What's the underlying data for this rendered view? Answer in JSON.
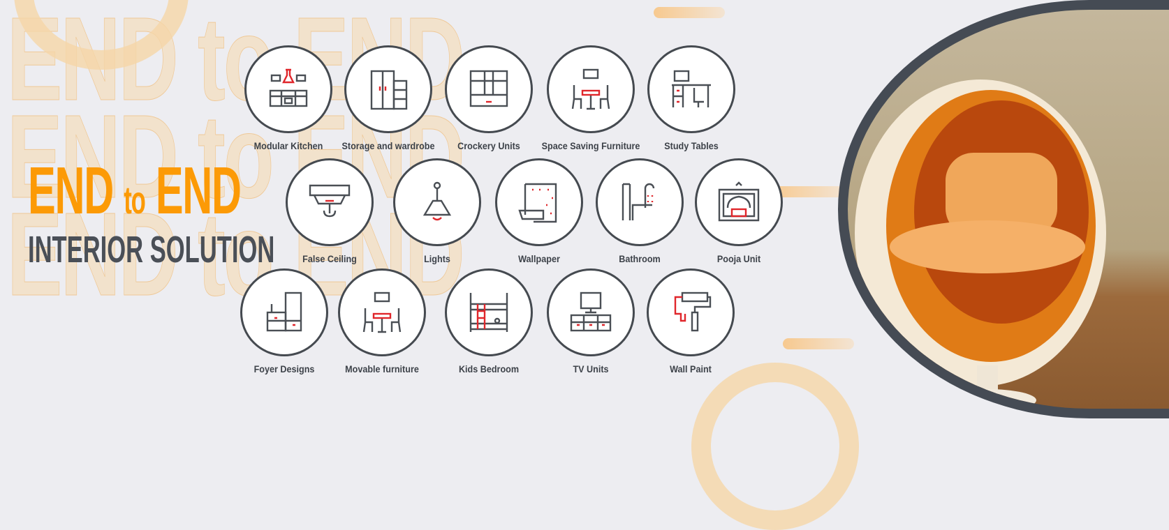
{
  "background_text": "END to END",
  "headline": {
    "line1_a": "END",
    "line1_to": "to",
    "line1_b": "END",
    "line2": "INTERIOR SOLUTION"
  },
  "colors": {
    "accent": "#fc9a06",
    "dark": "#4a4f57",
    "icon_red": "#e0262b"
  },
  "services": [
    {
      "label": "Modular Kitchen",
      "icon": "kitchen-icon"
    },
    {
      "label": "Storage and wardrobe",
      "icon": "wardrobe-icon"
    },
    {
      "label": "Crockery Units",
      "icon": "crockery-icon"
    },
    {
      "label": "Space Saving Furniture",
      "icon": "dining-icon"
    },
    {
      "label": "Study Tables",
      "icon": "study-table-icon"
    },
    {
      "label": "False Ceiling",
      "icon": "ceiling-icon"
    },
    {
      "label": "Lights",
      "icon": "pendant-light-icon"
    },
    {
      "label": "Wallpaper",
      "icon": "wallpaper-roll-icon"
    },
    {
      "label": "Bathroom",
      "icon": "shower-icon"
    },
    {
      "label": "Pooja Unit",
      "icon": "pooja-icon"
    },
    {
      "label": "Foyer Designs",
      "icon": "foyer-icon"
    },
    {
      "label": "Movable furniture",
      "icon": "table-chairs-icon"
    },
    {
      "label": "Kids Bedroom",
      "icon": "bunk-bed-icon"
    },
    {
      "label": "TV Units",
      "icon": "tv-unit-icon"
    },
    {
      "label": "Wall Paint",
      "icon": "paint-roller-icon"
    }
  ]
}
